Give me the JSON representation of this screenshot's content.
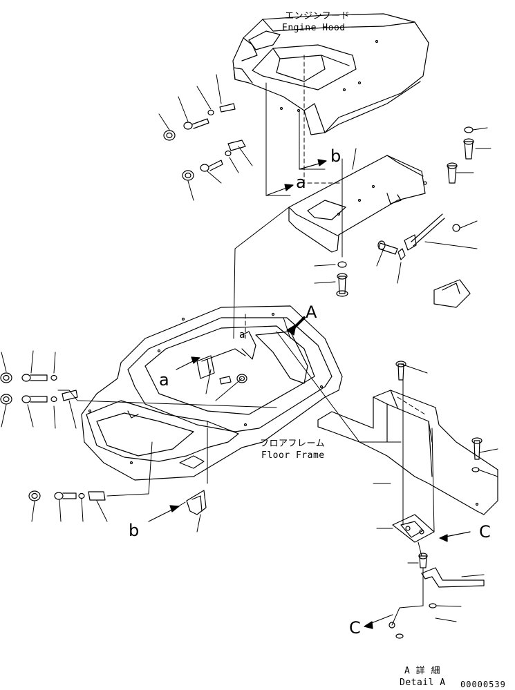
{
  "labels": {
    "engine_hood_jp": "エンジンフード",
    "engine_hood_en": "Engine Hood",
    "floor_frame_jp": "フロアフレーム",
    "floor_frame_en": "Floor Frame",
    "detail_jp": "A 詳 細",
    "detail_en": "Detail A",
    "ref_a": "a",
    "ref_b": "b",
    "ref_A": "A",
    "ref_C": "C",
    "drawing_code": "00000539"
  }
}
